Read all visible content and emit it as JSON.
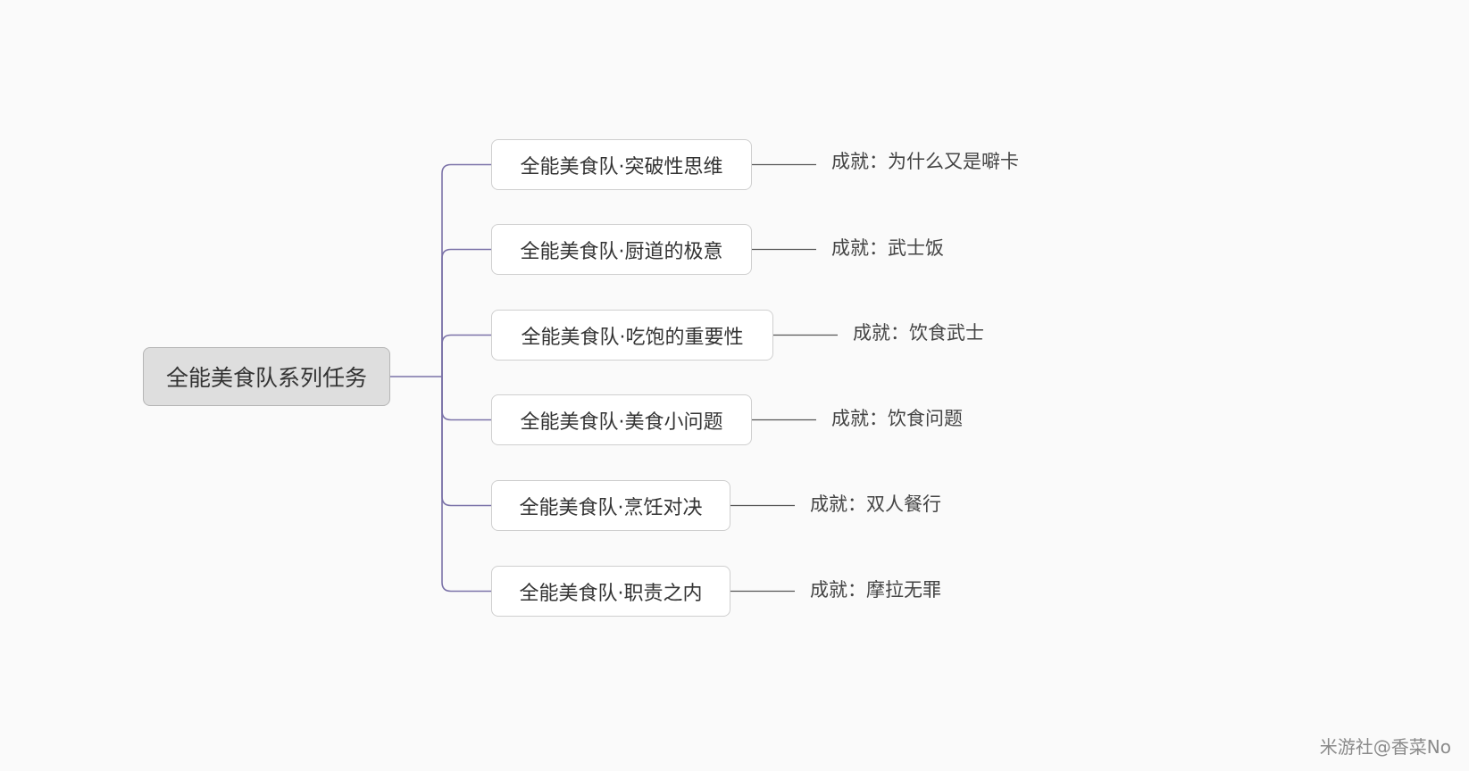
{
  "mindmap": {
    "root": {
      "label": "全能美食队系列任务"
    },
    "branches": [
      {
        "task": "全能美食队·突破性思维",
        "achievement": "成就：为什么又是噼卡"
      },
      {
        "task": "全能美食队·厨道的极意",
        "achievement": "成就：武士饭"
      },
      {
        "task": "全能美食队·吃饱的重要性",
        "achievement": "成就：饮食武士"
      },
      {
        "task": "全能美食队·美食小问题",
        "achievement": "成就：饮食问题"
      },
      {
        "task": "全能美食队·烹饪对决",
        "achievement": "成就：双人餐行"
      },
      {
        "task": "全能美食队·职责之内",
        "achievement": "成就：摩拉无罪"
      }
    ]
  },
  "colors": {
    "trunk_line": "#7b72a8",
    "leaf_line": "#555555"
  },
  "watermark": "米游社@香菜No"
}
